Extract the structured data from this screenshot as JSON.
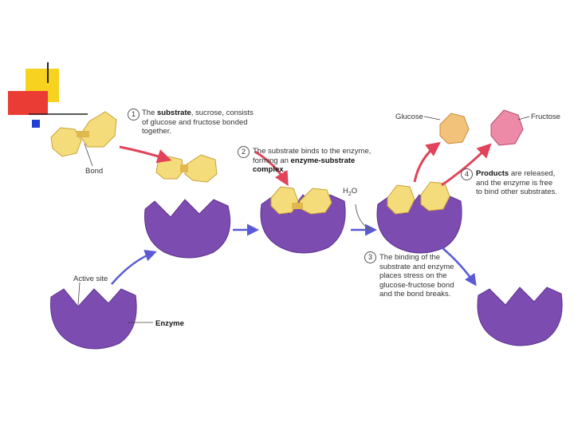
{
  "labels": {
    "bond": "Bond",
    "active_site": "Active site",
    "enzyme": "Enzyme",
    "glucose": "Glucose",
    "fructose": "Fructose",
    "water_h": "H",
    "water_sub": "2",
    "water_o": "O"
  },
  "steps": [
    {
      "number": "1",
      "lines": [
        {
          "pre": "The ",
          "bold": "substrate",
          "post": ", sucrose, consists"
        },
        {
          "pre": "of glucose and fructose bonded",
          "bold": "",
          "post": ""
        },
        {
          "pre": "together.",
          "bold": "",
          "post": ""
        }
      ]
    },
    {
      "number": "2",
      "lines": [
        {
          "pre": "The substrate binds to the enzyme,",
          "bold": "",
          "post": ""
        },
        {
          "pre": "forming an ",
          "bold": "enzyme-substrate",
          "post": ""
        },
        {
          "pre": "",
          "bold": "complex",
          "post": "."
        }
      ]
    },
    {
      "number": "3",
      "lines": [
        {
          "pre": "The binding of the",
          "bold": "",
          "post": ""
        },
        {
          "pre": "substrate and enzyme",
          "bold": "",
          "post": ""
        },
        {
          "pre": "places stress on the",
          "bold": "",
          "post": ""
        },
        {
          "pre": "glucose-fructose bond",
          "bold": "",
          "post": ""
        },
        {
          "pre": "and the bond breaks.",
          "bold": "",
          "post": ""
        }
      ]
    },
    {
      "number": "4",
      "lines": [
        {
          "pre": "",
          "bold": "Products",
          "post": " are released,"
        },
        {
          "pre": "and the enzyme is free",
          "bold": "",
          "post": ""
        },
        {
          "pre": "to bind other substrates.",
          "bold": "",
          "post": ""
        }
      ]
    }
  ],
  "colors": {
    "enzyme": "#7d4cb0",
    "enzyme_dark": "#5e3390",
    "enzyme_light": "#9a6fc9",
    "substrate": "#f5dc7a",
    "substrate_stroke": "#c9a13a",
    "glucose": "#f2c27a",
    "fructose": "#ec8aa8",
    "arrow_red": "#e0435a",
    "arrow_blue": "#5a5ad6",
    "deco_yellow": "#f7d21e",
    "deco_red": "#ea3c35",
    "deco_blue": "#2340d6"
  }
}
